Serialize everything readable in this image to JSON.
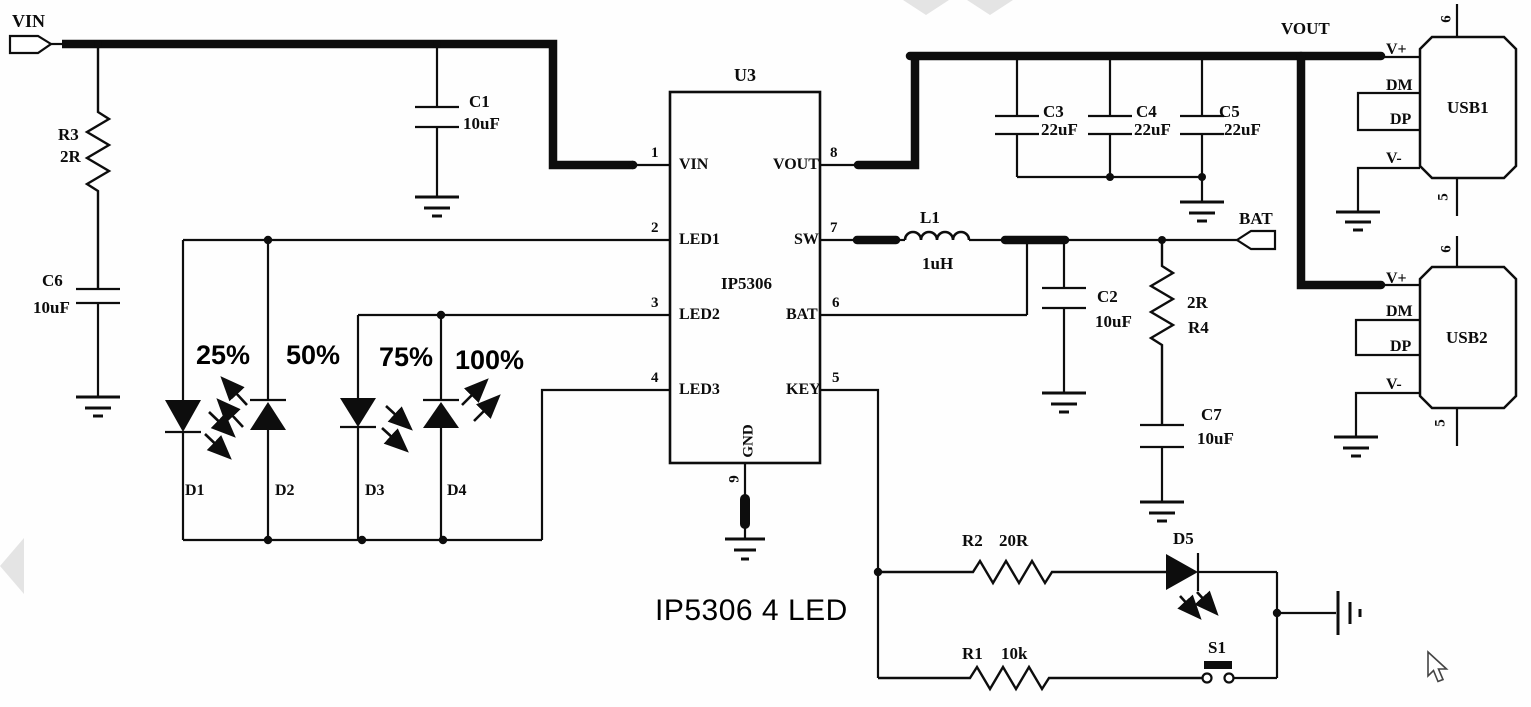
{
  "title": "IP5306 4 LED",
  "net_labels": {
    "vin": "VIN",
    "vout": "VOUT",
    "bat": "BAT"
  },
  "ic": {
    "ref": "U3",
    "part": "IP5306",
    "gnd_pin_num": "9",
    "gnd_pin_name": "GND",
    "left_pins": [
      {
        "num": "1",
        "name": "VIN"
      },
      {
        "num": "2",
        "name": "LED1"
      },
      {
        "num": "3",
        "name": "LED2"
      },
      {
        "num": "4",
        "name": "LED3"
      }
    ],
    "right_pins": [
      {
        "num": "8",
        "name": "VOUT"
      },
      {
        "num": "7",
        "name": "SW"
      },
      {
        "num": "6",
        "name": "BAT"
      },
      {
        "num": "5",
        "name": "KEY"
      }
    ]
  },
  "components": {
    "r3": {
      "ref": "R3",
      "value": "2R"
    },
    "c6": {
      "ref": "C6",
      "value": "10uF"
    },
    "c1": {
      "ref": "C1",
      "value": "10uF"
    },
    "c2": {
      "ref": "C2",
      "value": "10uF"
    },
    "c3": {
      "ref": "C3",
      "value": "22uF"
    },
    "c4": {
      "ref": "C4",
      "value": "22uF"
    },
    "c5": {
      "ref": "C5",
      "value": "22uF"
    },
    "c7": {
      "ref": "C7",
      "value": "10uF"
    },
    "r4": {
      "ref": "R4",
      "value": "2R"
    },
    "l1": {
      "ref": "L1",
      "value": "1uH"
    },
    "r2": {
      "ref": "R2",
      "value": "20R"
    },
    "r1": {
      "ref": "R1",
      "value": "10k"
    },
    "d5": {
      "ref": "D5"
    },
    "s1": {
      "ref": "S1"
    }
  },
  "battery_leds": {
    "percent_labels": [
      "25%",
      "50%",
      "75%",
      "100%"
    ],
    "refs": [
      "D1",
      "D2",
      "D3",
      "D4"
    ]
  },
  "usb1": {
    "name": "USB1",
    "pin_vplus": "V+",
    "pin_dm": "DM",
    "pin_dp": "DP",
    "pin_vminus": "V-",
    "pin_top": "6",
    "pin_bottom": "5"
  },
  "usb2": {
    "name": "USB2",
    "pin_vplus": "V+",
    "pin_dm": "DM",
    "pin_dp": "DP",
    "pin_vminus": "V-",
    "pin_top": "6",
    "pin_bottom": "5"
  },
  "colors": {
    "wire": "#0d0d0d",
    "background": "#fefefe",
    "watermark": "#e4e4e4"
  }
}
